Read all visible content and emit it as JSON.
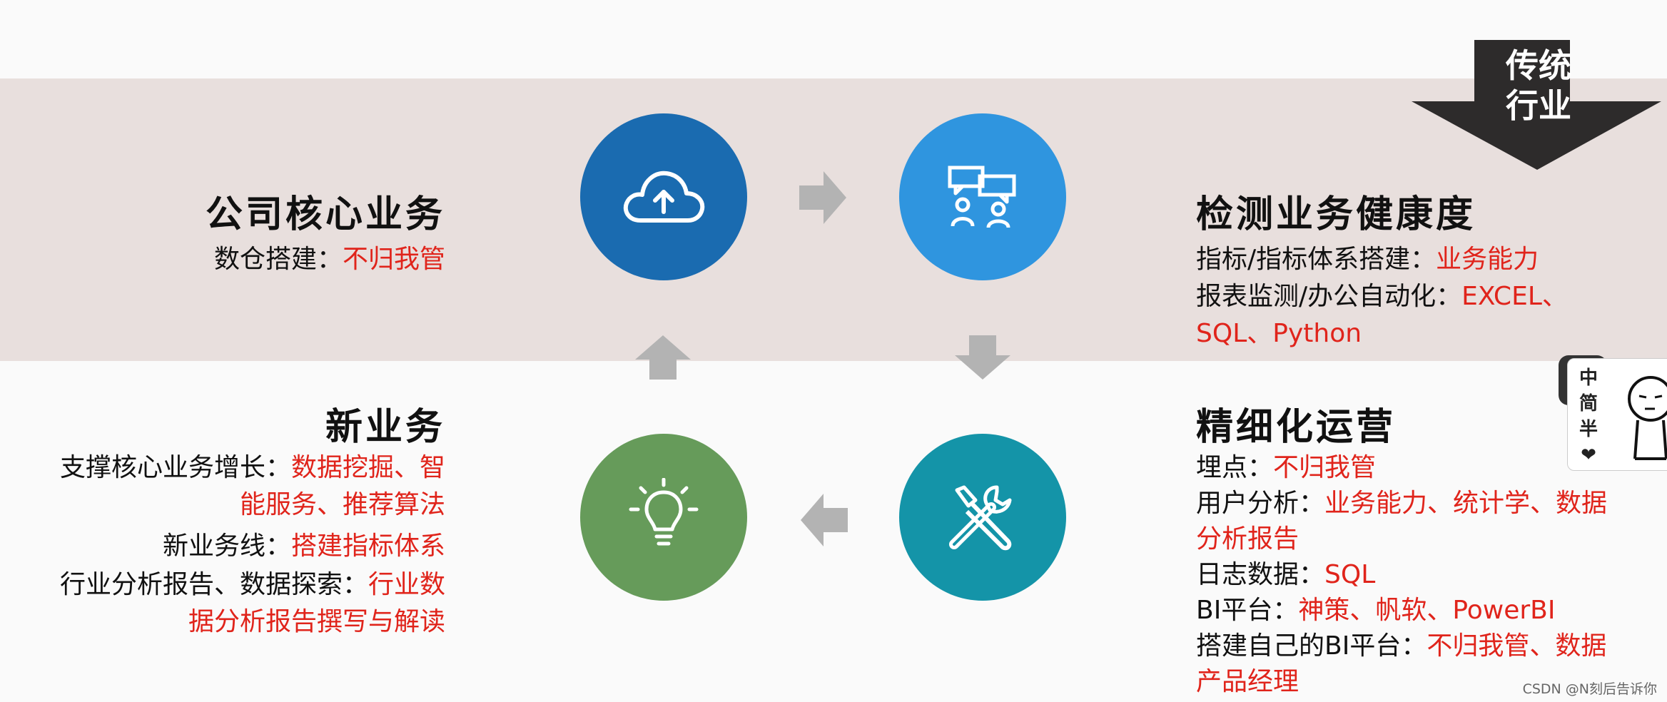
{
  "badge": {
    "line1": "传统",
    "line2": "行业"
  },
  "core": {
    "title": "公司核心业务",
    "line1_label": "数仓搭建：",
    "line1_value": "不归我管"
  },
  "health": {
    "title": "检测业务健康度",
    "line1_label": "指标/指标体系搭建：",
    "line1_value": "业务能力",
    "line2_label": "报表监测/办公自动化：",
    "line2_value": "EXCEL、",
    "line3_value": "SQL、Python"
  },
  "new_biz": {
    "title": "新业务",
    "line1_label": "支撑核心业务增长：",
    "line1_value": "数据挖掘、智",
    "line2_value": "能服务、推荐算法",
    "line3_label": "新业务线：",
    "line3_value": "搭建指标体系",
    "line4_label": "行业分析报告、数据探索：",
    "line4_value": "行业数",
    "line5_value": "据分析报告撰写与解读"
  },
  "ops": {
    "title": "精细化运营",
    "line1_label": "埋点：",
    "line1_value": "不归我管",
    "line2_label": "用户分析：",
    "line2_value": "业务能力、统计学、数据",
    "line3_value": "分析报告",
    "line4_label": "日志数据：",
    "line4_value": "SQL",
    "line5_label": "BI平台：",
    "line5_value": "神策、帆软、PowerBI",
    "line6_label": "搭建自己的BI平台：",
    "line6_value": "不归我管、数据",
    "line7_value": "产品经理"
  },
  "sticker": {
    "c1": "中",
    "c2": "简",
    "c3": "半"
  },
  "watermark": "CSDN @N刻后告诉你",
  "colors": {
    "band": "#e8dfdd",
    "red": "#e0241b",
    "cloud_circle": "#1a6bb0",
    "chat_circle": "#2f95df",
    "tools_circle": "#1494a8",
    "bulb_circle": "#669b5a",
    "arrow": "#b3b3b3"
  }
}
